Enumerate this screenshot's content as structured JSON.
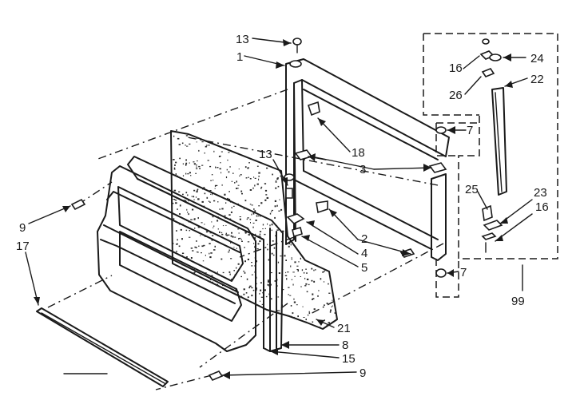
{
  "diagram": {
    "callouts": {
      "c13a": "13",
      "c1": "1",
      "c16a": "16",
      "c24": "24",
      "c22": "22",
      "c26": "26",
      "c7a": "7",
      "c18": "18",
      "c13b": "13",
      "c3": "3",
      "c25": "25",
      "c23": "23",
      "c16b": "16",
      "c9a": "9",
      "c17": "17",
      "c2": "2",
      "c4": "4",
      "c5": "5",
      "c7b": "7",
      "c99": "99",
      "c21": "21",
      "c8": "8",
      "c15": "15",
      "c9b": "9"
    }
  }
}
